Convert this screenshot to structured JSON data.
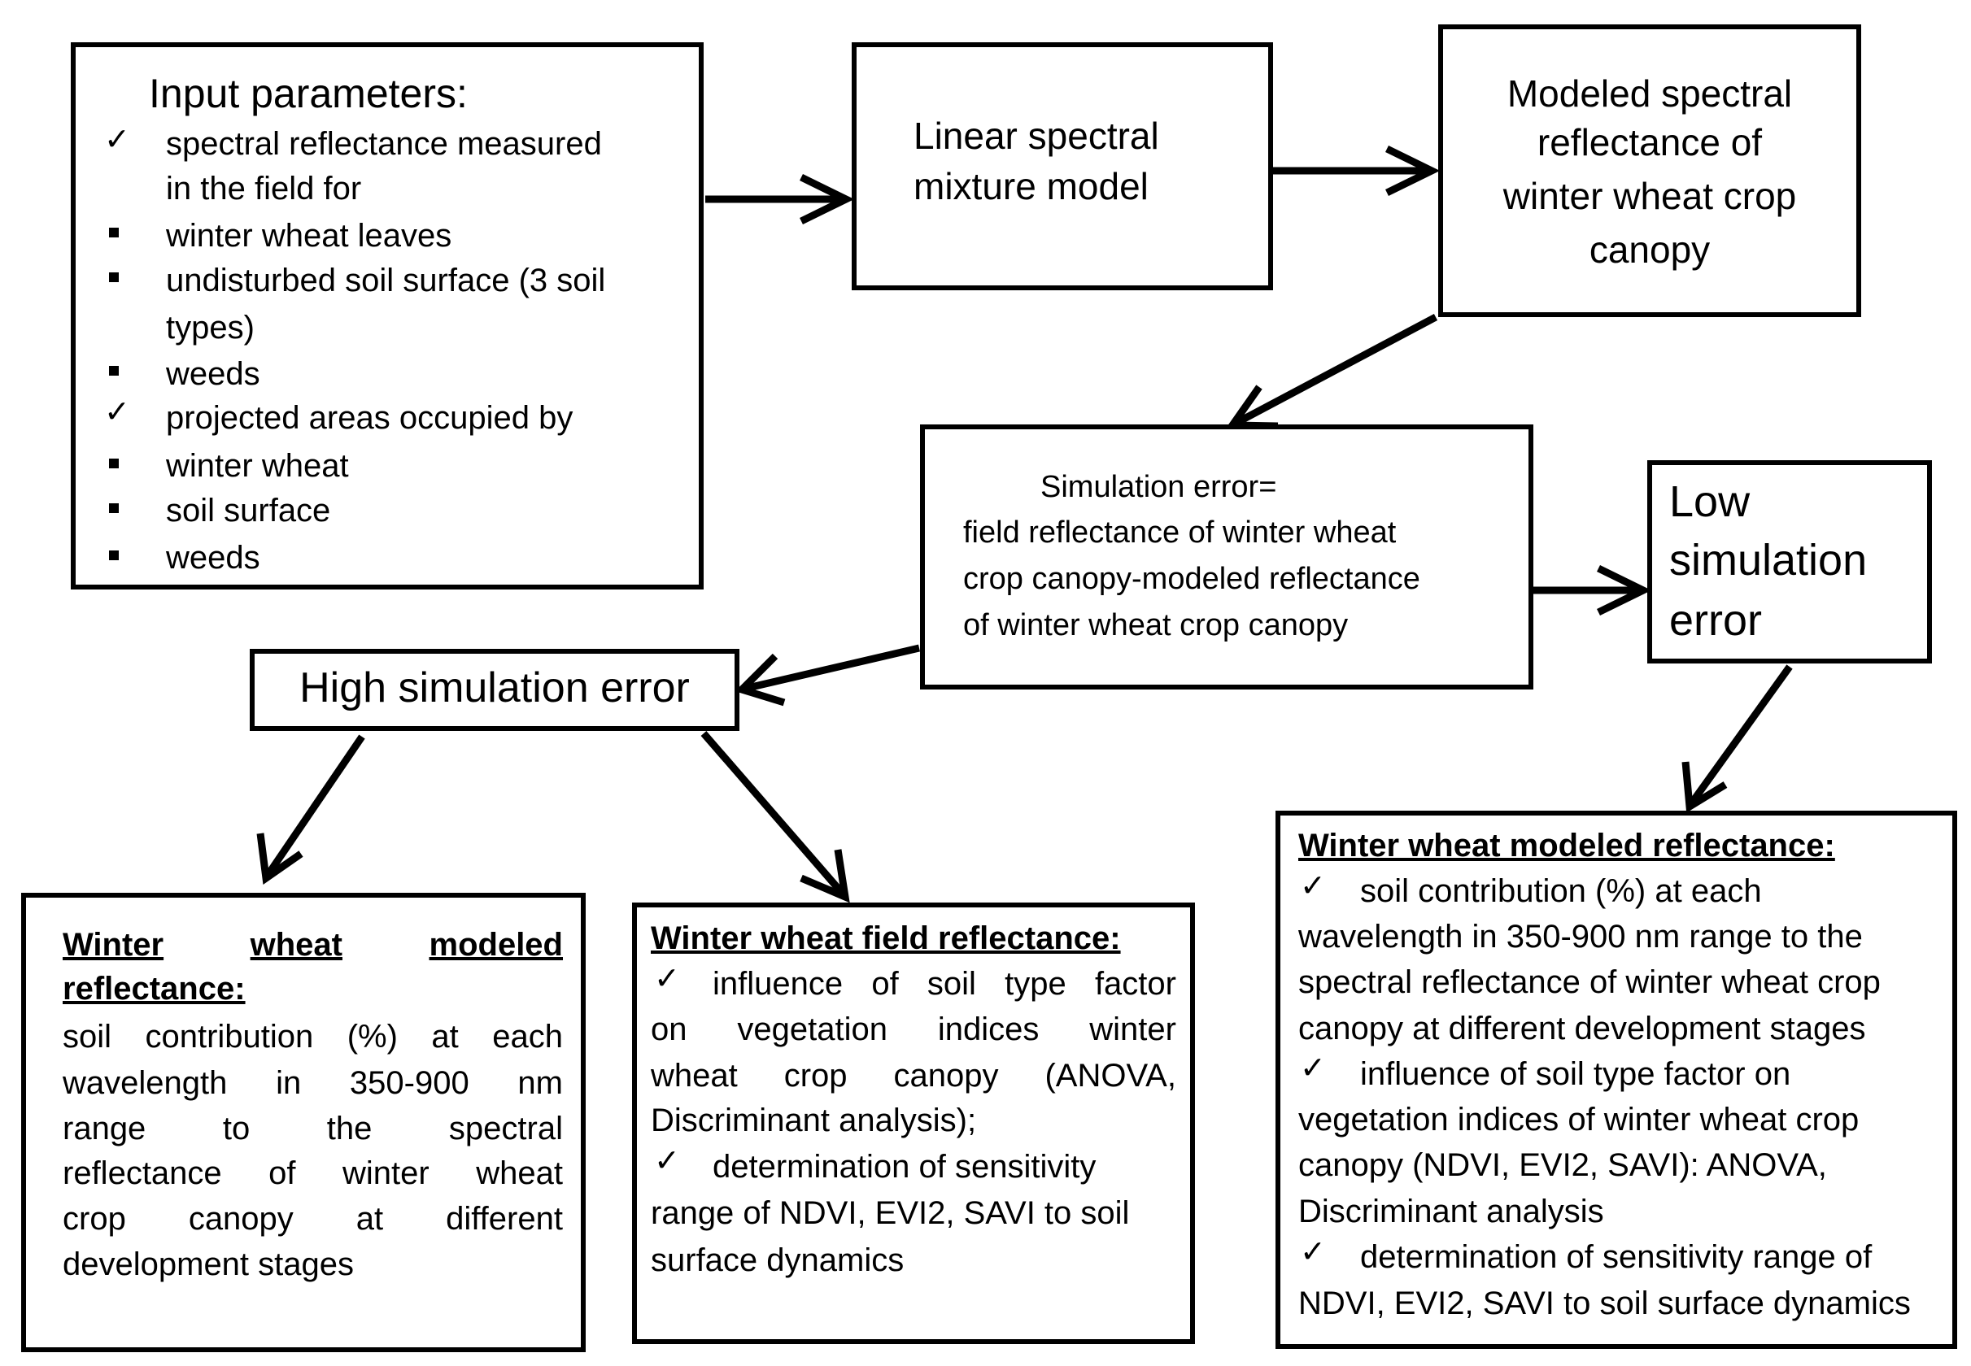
{
  "input_box": {
    "title": "Input parameters:",
    "line1": "spectral reflectance measured",
    "line2": "in the field for",
    "item1": "winter wheat leaves",
    "item2a": "undisturbed soil surface (3 soil",
    "item2b": "types)",
    "item3": "weeds",
    "line3": "projected areas occupied by",
    "item4": "winter wheat",
    "item5": "soil surface",
    "item6": "weeds"
  },
  "linear_box": {
    "line1": "Linear spectral",
    "line2": "mixture model"
  },
  "modeled_box": {
    "line1": "Modeled spectral",
    "line2": "reflectance of",
    "line3": "winter wheat crop",
    "line4": "canopy"
  },
  "simerr_box": {
    "line1": "Simulation error=",
    "line2": "field reflectance  of winter wheat",
    "line3": "crop canopy-modeled  reflectance",
    "line4": "of winter wheat crop canopy"
  },
  "low_box": {
    "line1": "Low",
    "line2": "simulation",
    "line3": "error"
  },
  "high_box": {
    "label": "High simulation error"
  },
  "left_result": {
    "title_w1": "Winter",
    "title_w2": "wheat",
    "title_w3": "modeled",
    "title2": "reflectance:",
    "r1": [
      "soil",
      "contribution",
      "(%)",
      "at",
      "each"
    ],
    "r2": [
      "wavelength",
      "in",
      "350-900",
      "nm"
    ],
    "r3": [
      "range",
      "to",
      "the",
      "spectral"
    ],
    "r4": [
      "reflectance",
      "of",
      "winter",
      "wheat"
    ],
    "r5": [
      "crop",
      "canopy",
      "at",
      "different"
    ],
    "r6": "development stages"
  },
  "mid_result": {
    "title": "Winter wheat field reflectance:",
    "r1": [
      "influence",
      "of",
      "soil",
      "type",
      "factor"
    ],
    "r2": [
      "on",
      "vegetation",
      "indices",
      "winter"
    ],
    "r3": [
      "wheat",
      "crop",
      "canopy",
      "(ANOVA,"
    ],
    "r4": "Discriminant analysis);",
    "r5": "determination of sensitivity",
    "r6": "range of NDVI, EVI2, SAVI to soil",
    "r7": "surface dynamics"
  },
  "right_result": {
    "title": "Winter wheat modeled reflectance:",
    "r1": "soil contribution (%) at each",
    "r2": "wavelength in 350-900 nm  range to the",
    "r3": "spectral reflectance of winter wheat crop",
    "r4": "canopy  at different development stages",
    "r5": "influence of soil type factor  on",
    "r6": "vegetation indices   of winter wheat crop",
    "r7": "canopy  (NDVI, EVI2, SAVI): ANOVA,",
    "r8": "Discriminant analysis",
    "r9": "determination of sensitivity range of",
    "r10": "NDVI, EVI2, SAVI to soil surface dynamics"
  },
  "icons": {
    "check": "check-icon",
    "bullet": "square-bullet-icon",
    "arrow": "arrow-icon"
  }
}
